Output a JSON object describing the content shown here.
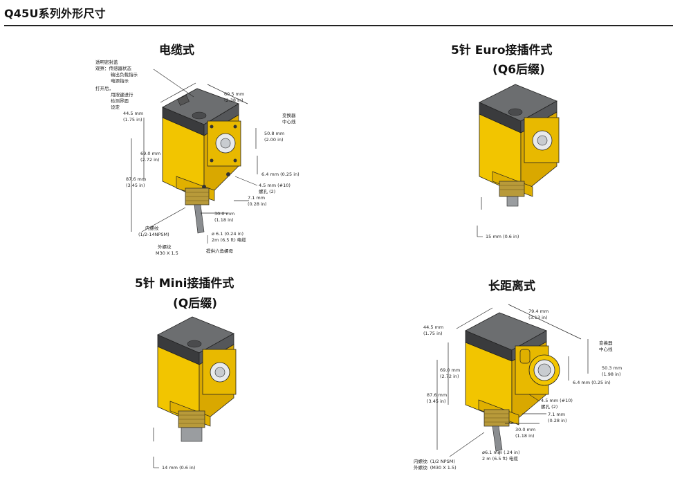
{
  "page_title": "Q45U系列外形尺寸",
  "sections": {
    "cable": {
      "title": "电缆式",
      "labels": {
        "cover_note_1": "透明密封盖",
        "cover_note_2": "观察：传感器状态",
        "cover_note_3": "输出负载指示",
        "cover_note_4": "电源指示",
        "cover_note_5": "打开后，",
        "cover_note_6": "用按键进行",
        "cover_note_7": "检测界面",
        "cover_note_8": "设定",
        "depth_mm": "44.5 mm",
        "depth_in": "(1.75 in)",
        "width_mm": "60.5 mm",
        "width_in": "(2.38 in)",
        "emitter_center_1": "变换器",
        "emitter_center_2": "中心线",
        "offset_mm": "50.8 mm",
        "offset_in": "(2.00 in)",
        "body_h_mm": "69.0 mm",
        "body_h_in": "(2.72 in)",
        "total_h_mm": "87.6 mm",
        "total_h_in": "(3.45 in)",
        "gap_mm": "6.4 mm (0.25 in)",
        "screw_mm": "4.5 mm (#10)",
        "screw_note": "螺孔 (2)",
        "spacing_mm": "7.1 mm",
        "spacing_in": "(0.28 in)",
        "base_mm": "30.0 mm",
        "base_in": "(1.18 in)",
        "inner_thread_1": "内螺纹",
        "inner_thread_2": "(1/2-14NPSM)",
        "cable_dia": "ø 6.1 (0.24 in)",
        "cable_len": "2m (6.5 ft) 电缆",
        "outer_thread_1": "外螺纹",
        "outer_thread_2": "M30 X 1.5",
        "nut_note": "提供六角螺母"
      }
    },
    "euro": {
      "title_line1": "5针 Euro接插件式",
      "title_line2": "(Q6后缀)",
      "connector_len": "15 mm (0.6 in)"
    },
    "mini": {
      "title_line1": "5针 Mini接插件式",
      "title_line2": "(Q后缀)",
      "connector_len": "14 mm (0.6 in)"
    },
    "long_range": {
      "title": "长距离式",
      "labels": {
        "depth_mm": "44.5 mm",
        "depth_in": "(1.75 in)",
        "width_mm": "79.4 mm",
        "width_in": "(3.13 in)",
        "emitter_center_1": "变换器",
        "emitter_center_2": "中心线",
        "offset_mm": "50.3 mm",
        "offset_in": "(1.98 in)",
        "body_h_mm": "69.0 mm",
        "body_h_in": "(2.72 in)",
        "total_h_mm": "87.6 mm",
        "total_h_in": "(3.45 in)",
        "gap_mm": "6.4 mm (0.25 in)",
        "screw_mm": "4.5 mm (#10)",
        "screw_note": "螺孔 (2)",
        "spacing_mm": "7.1 mm",
        "spacing_in": "(0.28 in)",
        "base_mm": "30.0 mm",
        "base_in": "(1.18 in)",
        "cable_dia": "ø6.1 mm (.24 in)",
        "cable_len": "2 m (6.5 ft) 电缆",
        "inner_thread": "内螺纹: (1/2 NPSM)",
        "outer_thread": "外螺纹: (M30 X 1.5)"
      }
    }
  },
  "colors": {
    "body_yellow": "#f2c500",
    "body_yellow_dark": "#d9a800",
    "cap_gray": "#6c6e70",
    "cap_dark": "#3a3b3d",
    "thread": "#b89a3a",
    "lens": "#c8ccd0"
  }
}
